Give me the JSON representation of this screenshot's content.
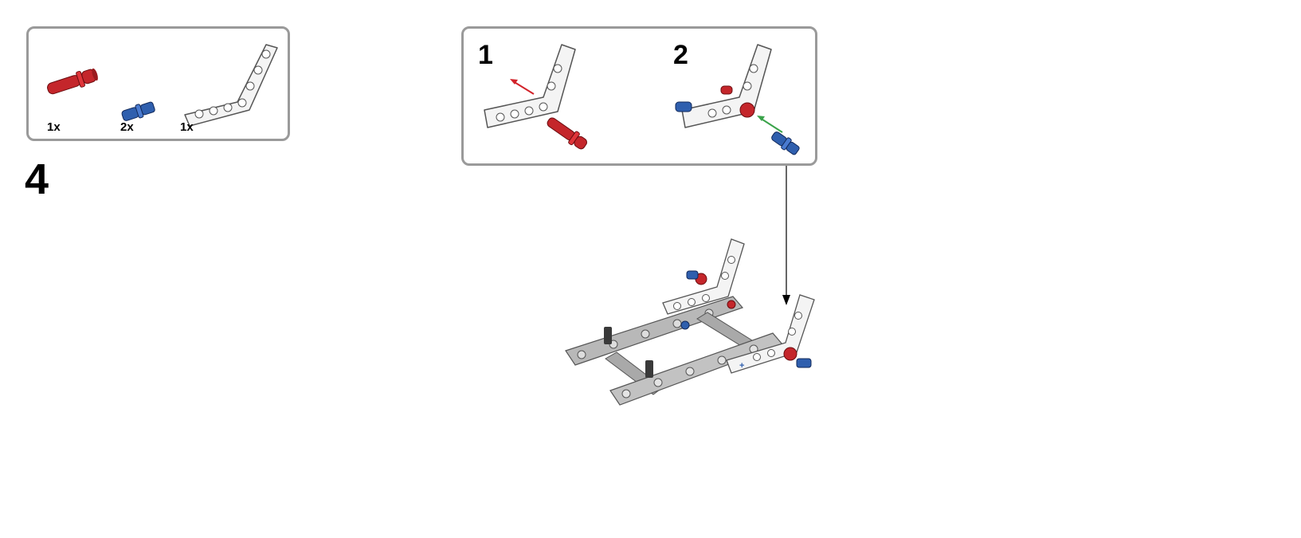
{
  "page": {
    "step_number": "4"
  },
  "parts_list": {
    "items": [
      {
        "part": "red-connector-pin",
        "quantity": "1x",
        "color": "#c4262b"
      },
      {
        "part": "blue-axle-pin",
        "quantity": "2x",
        "color": "#2f5fae"
      },
      {
        "part": "white-bent-beam",
        "quantity": "1x",
        "color": "#f4f4f4"
      }
    ]
  },
  "sub_assembly": {
    "steps": [
      {
        "number": "1"
      },
      {
        "number": "2"
      }
    ]
  },
  "colors": {
    "border": "#9a9a9a",
    "red": "#c4262b",
    "blue": "#2f5fae",
    "grey_beam": "#b8b8b8",
    "white_beam": "#f4f4f4",
    "green_arrow": "#3aa34a",
    "red_arrow": "#d2232a"
  }
}
